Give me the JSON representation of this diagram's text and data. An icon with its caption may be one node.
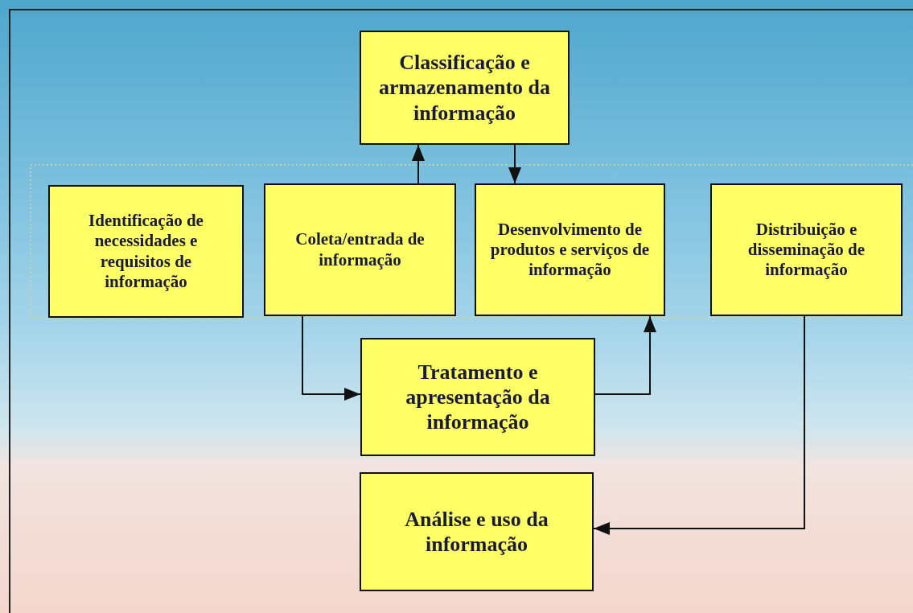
{
  "diagram": {
    "nodes": [
      {
        "text": [
          "Classificação e armazenamento da informação"
        ]
      },
      {
        "text": [
          "Identificação de necessidades e requisitos de informação"
        ]
      },
      {
        "text": [
          "Coleta/entrada de informação"
        ]
      },
      {
        "text": [
          "Desenvolvimento de produtos e serviços de informação"
        ]
      },
      {
        "text": [
          "Distribuição e disseminação de informação"
        ]
      },
      {
        "text": [
          "Tratamento e apresentação da informação"
        ]
      },
      {
        "text": [
          "Análise e uso da informação"
        ]
      }
    ],
    "edges": [
      {
        "from": 2,
        "to": 0,
        "arrow": "to"
      },
      {
        "from": 0,
        "to": 3,
        "arrow": "to"
      },
      {
        "from": 2,
        "to": 5,
        "arrow": "to"
      },
      {
        "from": 5,
        "to": 3,
        "arrow": "to"
      },
      {
        "from": 4,
        "to": 6,
        "arrow": "to"
      }
    ]
  }
}
